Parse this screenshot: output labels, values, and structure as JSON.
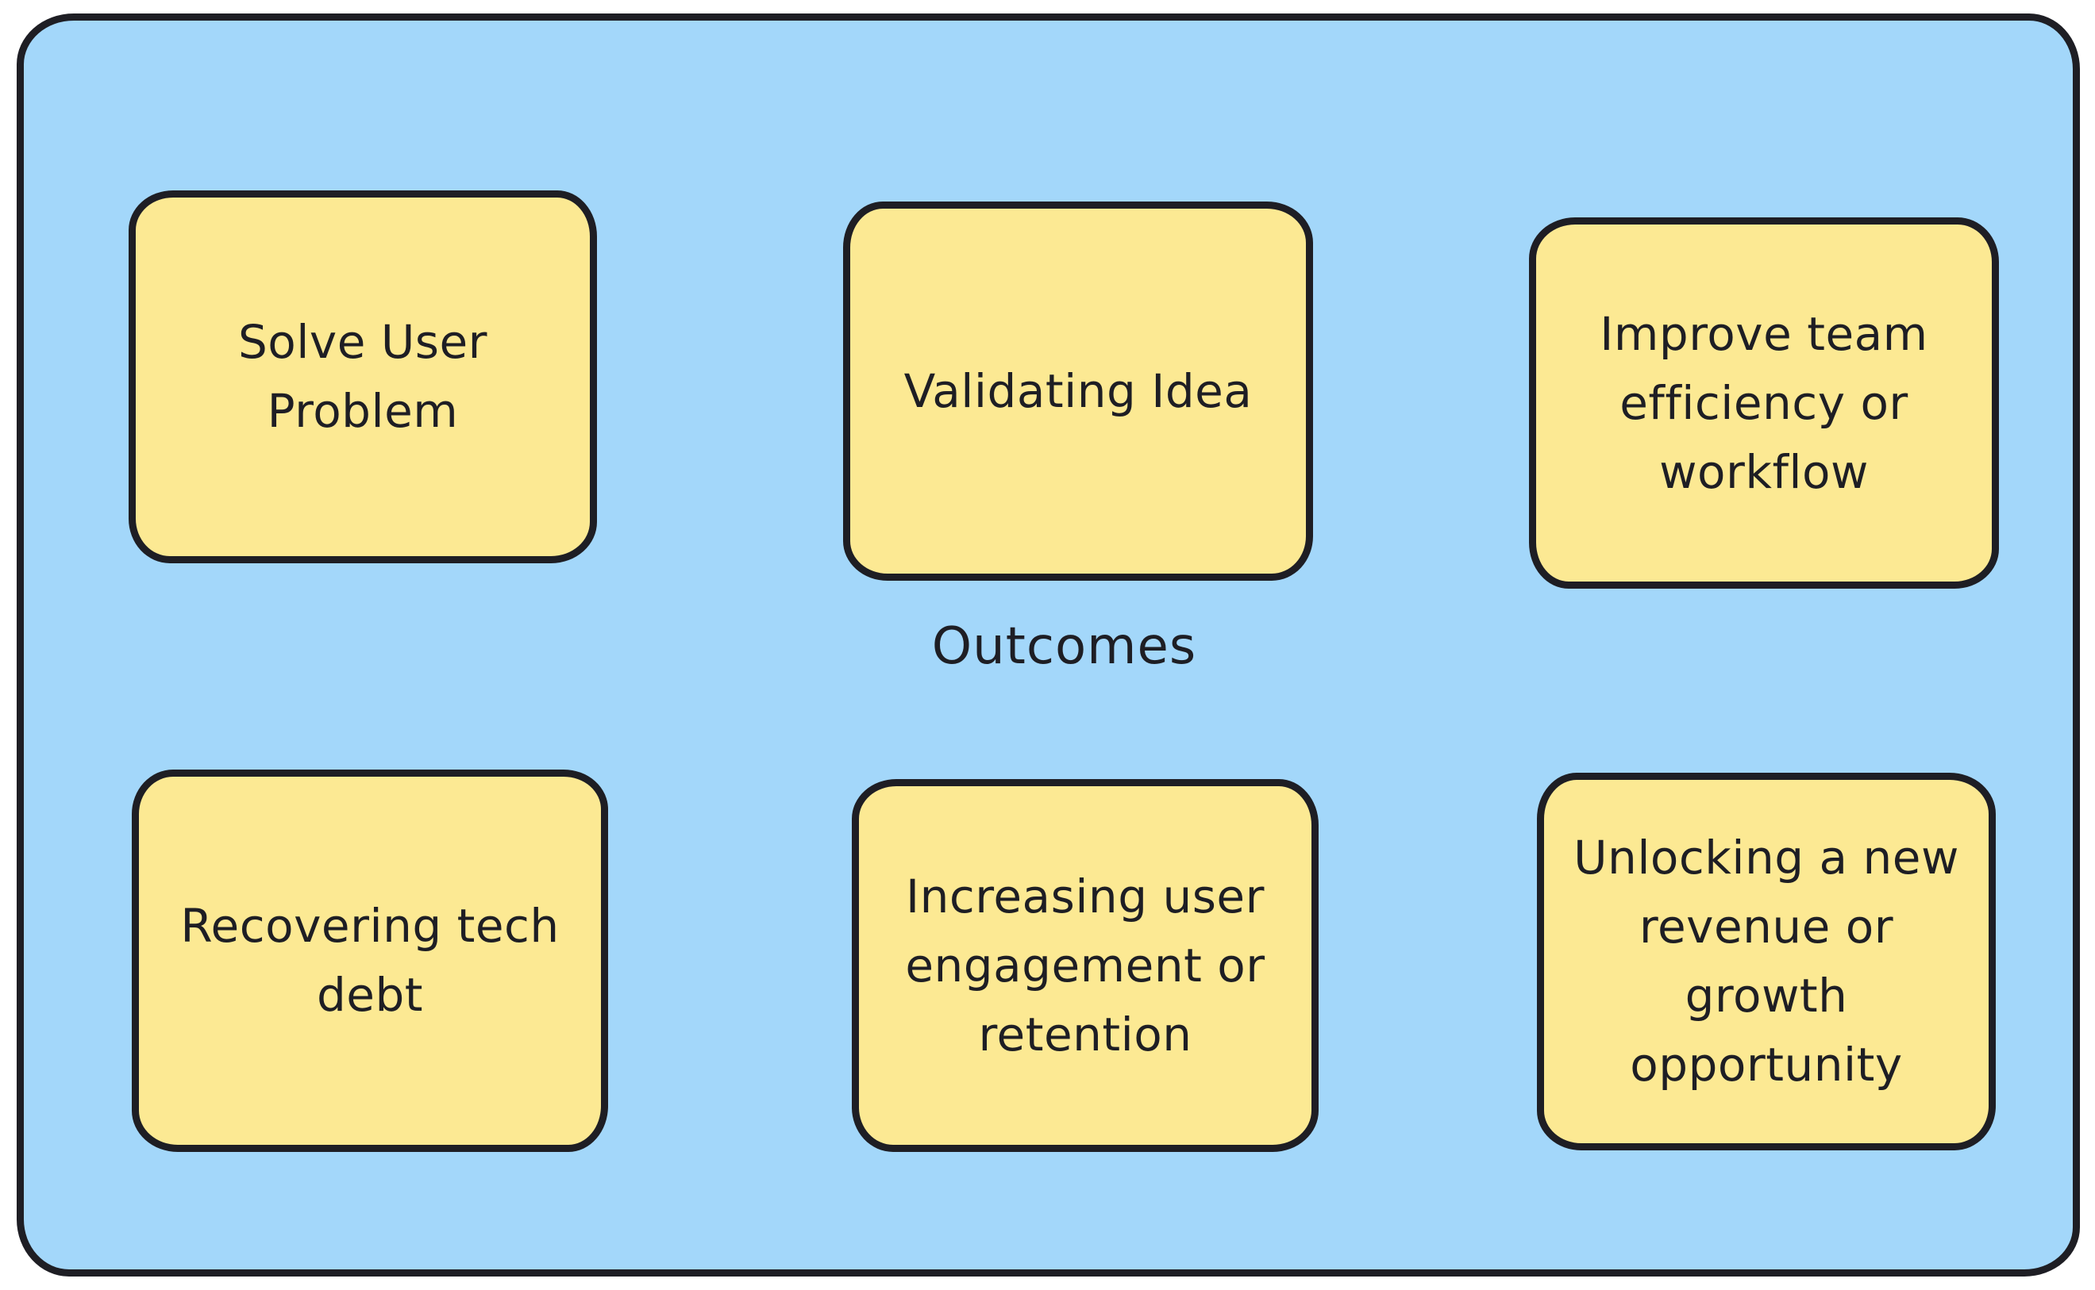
{
  "board": {
    "label": "Outcomes",
    "background_color": "#a3d7fa",
    "card_color": "#fce993",
    "stroke_color": "#1e1e24",
    "page_background_color": "#ffffff"
  },
  "cards": [
    {
      "text": "Solve User Problem"
    },
    {
      "text": "Validating Idea"
    },
    {
      "text": "Improve team efficiency or workflow"
    },
    {
      "text": "Recovering tech debt"
    },
    {
      "text": "Increasing user engagement or retention"
    },
    {
      "text": "Unlocking a new revenue or growth opportunity"
    }
  ]
}
